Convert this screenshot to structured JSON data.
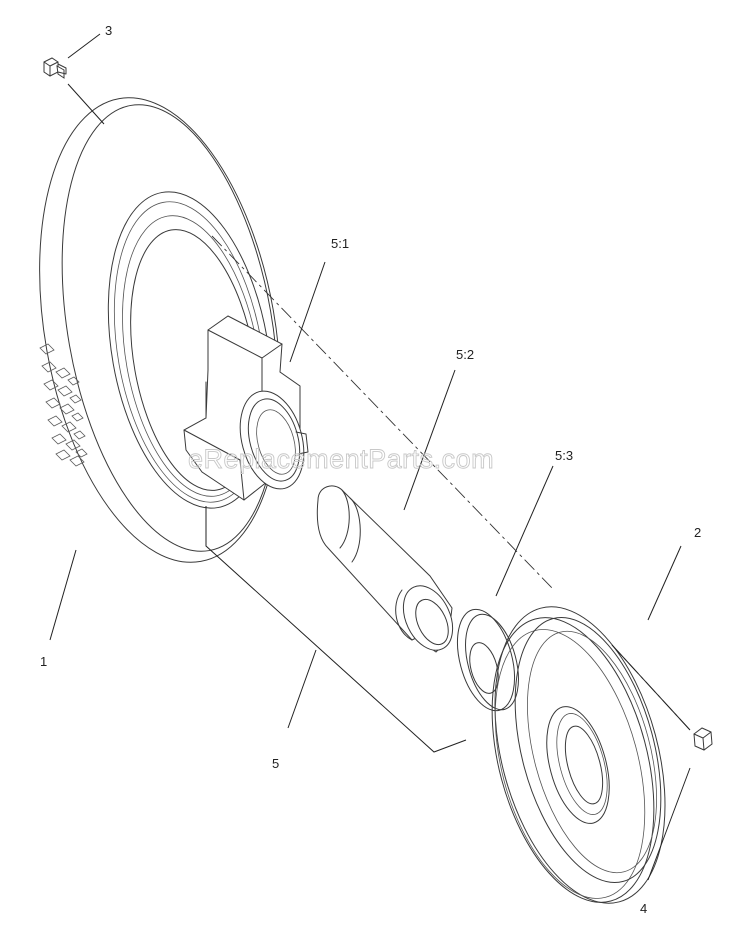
{
  "watermark": "eReplacementParts.com",
  "callouts": {
    "c1": "1",
    "c2": "2",
    "c3": "3",
    "c4": "4",
    "c5": "5",
    "c51": "5:1",
    "c52": "5:2",
    "c53": "5:3"
  }
}
